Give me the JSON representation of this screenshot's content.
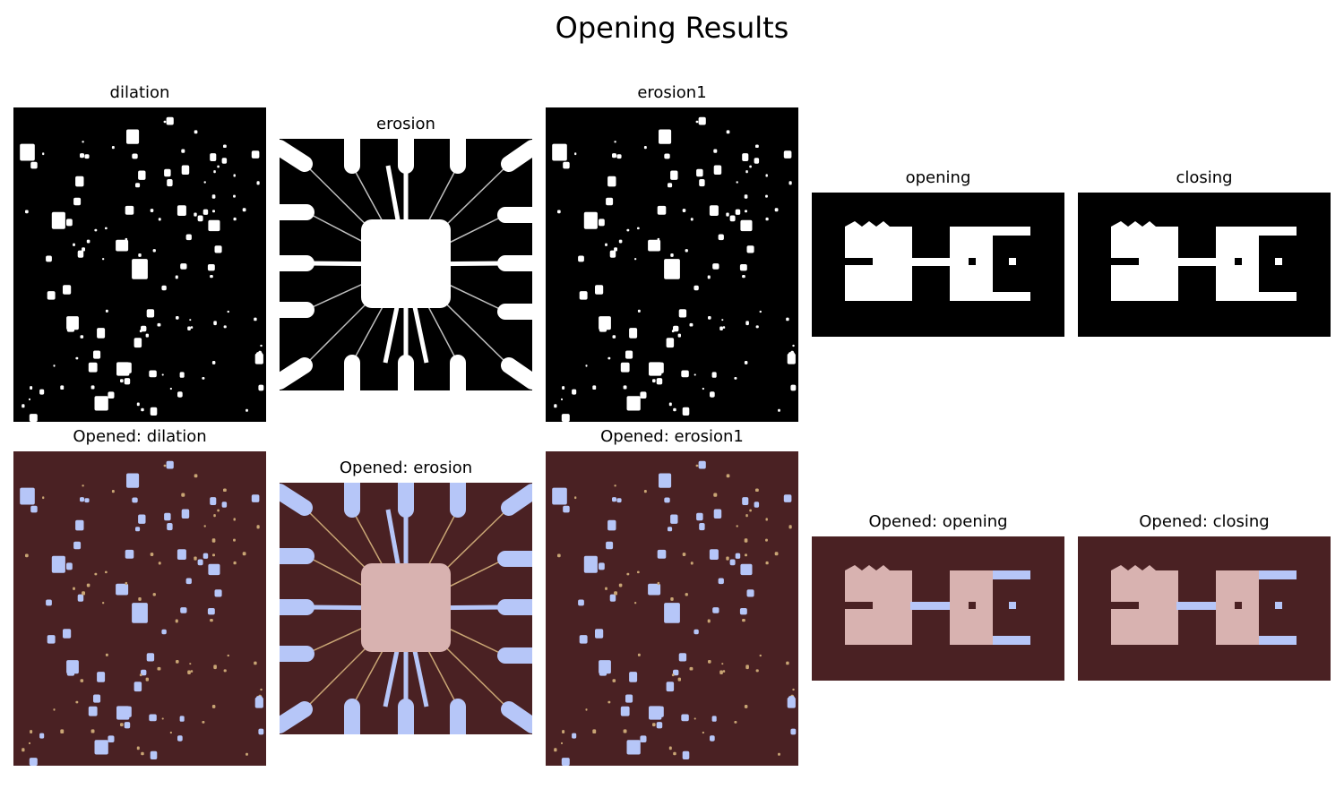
{
  "figure": {
    "title": "Opening Results"
  },
  "colors": {
    "background": "#000000",
    "foreground": "#ffffff",
    "opened_background": "#4a2123",
    "opened_primary": "#d8b2b0",
    "opened_secondary": "#b6c6f8",
    "opened_tertiary": "#c9a574"
  },
  "panels": {
    "dilation": {
      "title": "dilation"
    },
    "erosion": {
      "title": "erosion"
    },
    "erosion1": {
      "title": "erosion1"
    },
    "opening": {
      "title": "opening"
    },
    "closing": {
      "title": "closing"
    },
    "opened_dilation": {
      "title": "Opened: dilation"
    },
    "opened_erosion": {
      "title": "Opened: erosion"
    },
    "opened_erosion1": {
      "title": "Opened: erosion1"
    },
    "opened_opening": {
      "title": "Opened: opening"
    },
    "opened_closing": {
      "title": "Opened: closing"
    }
  }
}
